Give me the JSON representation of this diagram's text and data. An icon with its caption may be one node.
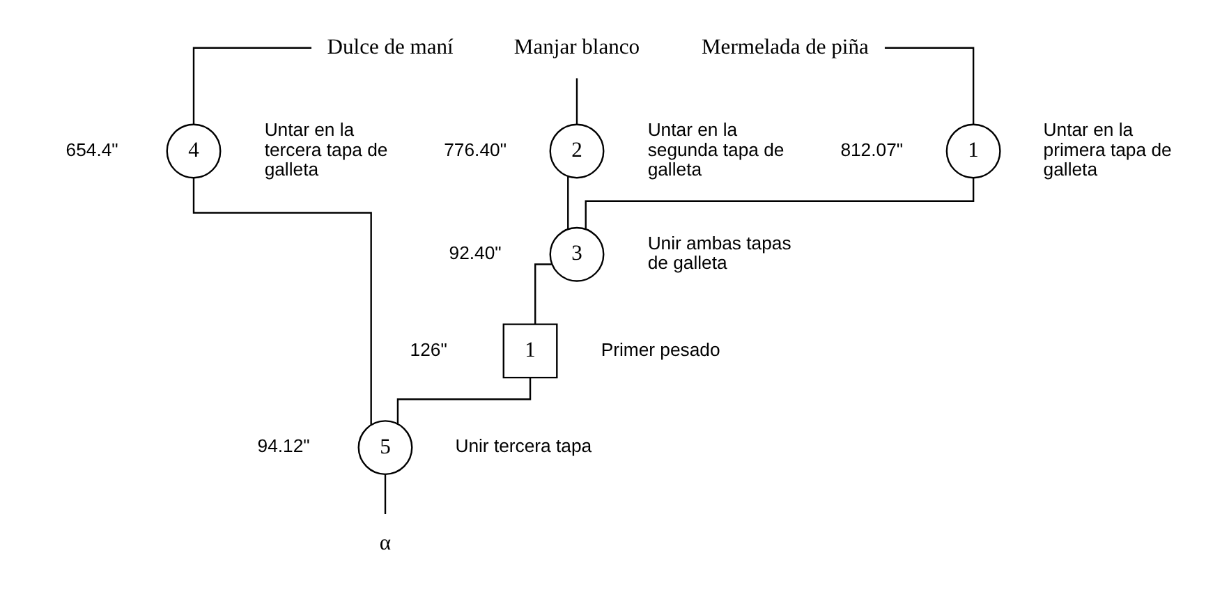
{
  "diagram": {
    "nodes": [
      {
        "text": [
          "Dulce de maní"
        ]
      },
      {
        "text": [
          "4"
        ],
        "beside": [
          "654.4\"",
          "Untar en la tercera tapa de galleta"
        ]
      },
      {
        "text": [
          "Manjar blanco"
        ]
      },
      {
        "text": [
          "2"
        ],
        "beside": [
          "776.40\"",
          "Untar en la segunda tapa de galleta"
        ]
      },
      {
        "text": [
          "Mermelada de piña"
        ]
      },
      {
        "text": [
          "1"
        ],
        "beside": [
          "812.07\"",
          "Untar en la primera tapa de galleta"
        ]
      },
      {
        "text": [
          "3"
        ],
        "beside": [
          "92.40\"",
          "Unir ambas tapas de galleta"
        ]
      },
      {
        "text": [
          "1"
        ],
        "beside": [
          "126\"",
          "Primer pesado"
        ]
      },
      {
        "text": [
          "5"
        ],
        "beside": [
          "94.12\"",
          "Unir tercera tapa"
        ]
      },
      {
        "text": [
          "α"
        ]
      }
    ],
    "edges": [
      {
        "from": 0,
        "to": 1,
        "arrow": "none"
      },
      {
        "from": 2,
        "to": 3,
        "arrow": "none"
      },
      {
        "from": 4,
        "to": 5,
        "arrow": "none"
      },
      {
        "from": 3,
        "to": 6,
        "arrow": "none"
      },
      {
        "from": 5,
        "to": 6,
        "arrow": "none"
      },
      {
        "from": 6,
        "to": 7,
        "arrow": "none"
      },
      {
        "from": 7,
        "to": 8,
        "arrow": "none"
      },
      {
        "from": 1,
        "to": 8,
        "arrow": "none"
      },
      {
        "from": 8,
        "to": 9,
        "arrow": "none"
      }
    ]
  }
}
